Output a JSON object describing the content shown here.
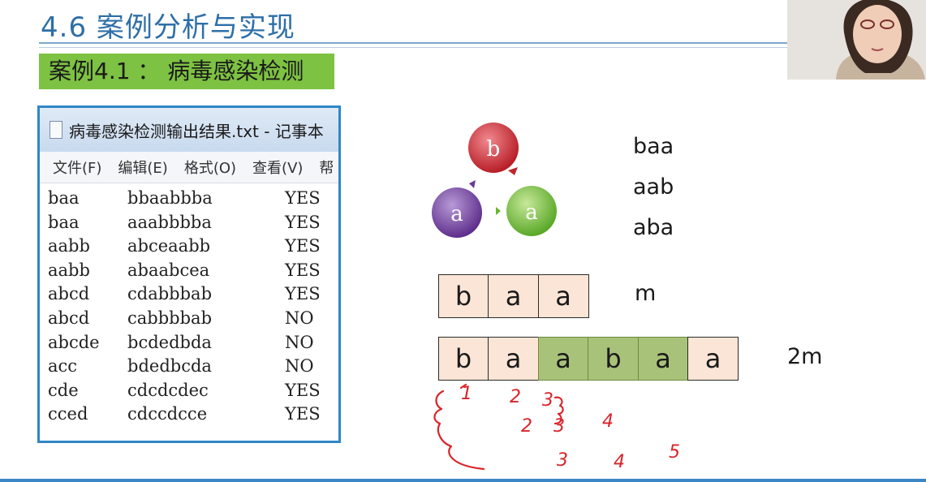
{
  "slide": {
    "title": "4.6 案例分析与实现",
    "case_title": "案例4.1 ： 病毒感染检测"
  },
  "notepad": {
    "window_title": "病毒感染检测输出结果.txt - 记事本",
    "menu": [
      "文件(F)",
      "编辑(E)",
      "格式(O)",
      "查看(V)",
      "帮"
    ],
    "rows": [
      [
        "baa",
        "bbaabbba",
        "YES"
      ],
      [
        "baa",
        "aaabbbba",
        "YES"
      ],
      [
        "aabb",
        "abceaabb",
        "YES"
      ],
      [
        "aabb",
        "abaabcea",
        "YES"
      ],
      [
        "abcd",
        "cdabbbab",
        "YES"
      ],
      [
        "abcd",
        "cabbbbab",
        "NO"
      ],
      [
        "abcde",
        "bcdedbda",
        "NO"
      ],
      [
        "acc",
        "bdedbcda",
        "NO"
      ],
      [
        "cde",
        "cdcdcdec",
        "YES"
      ],
      [
        "cced",
        "cdccdcce",
        "YES"
      ]
    ]
  },
  "diagram": {
    "cycle_nodes": [
      "b",
      "a",
      "a"
    ],
    "rotations": [
      "baa",
      "aab",
      "aba"
    ],
    "row_m": {
      "cells": [
        "b",
        "a",
        "a"
      ],
      "label": "m"
    },
    "row_2m": {
      "cells": [
        "b",
        "a",
        "a",
        "b",
        "a",
        "a"
      ],
      "label": "2m"
    },
    "annotation_numbers": [
      "1",
      "2",
      "3",
      "2",
      "3",
      "4",
      "3",
      "4",
      "5"
    ],
    "colors": {
      "node_b": "#c0262d",
      "node_a_green": "#6ab42f",
      "node_a_purple": "#6b3a96",
      "cell_fill": "#fbe5d6",
      "cell_highlight": "#a9c27a"
    }
  }
}
